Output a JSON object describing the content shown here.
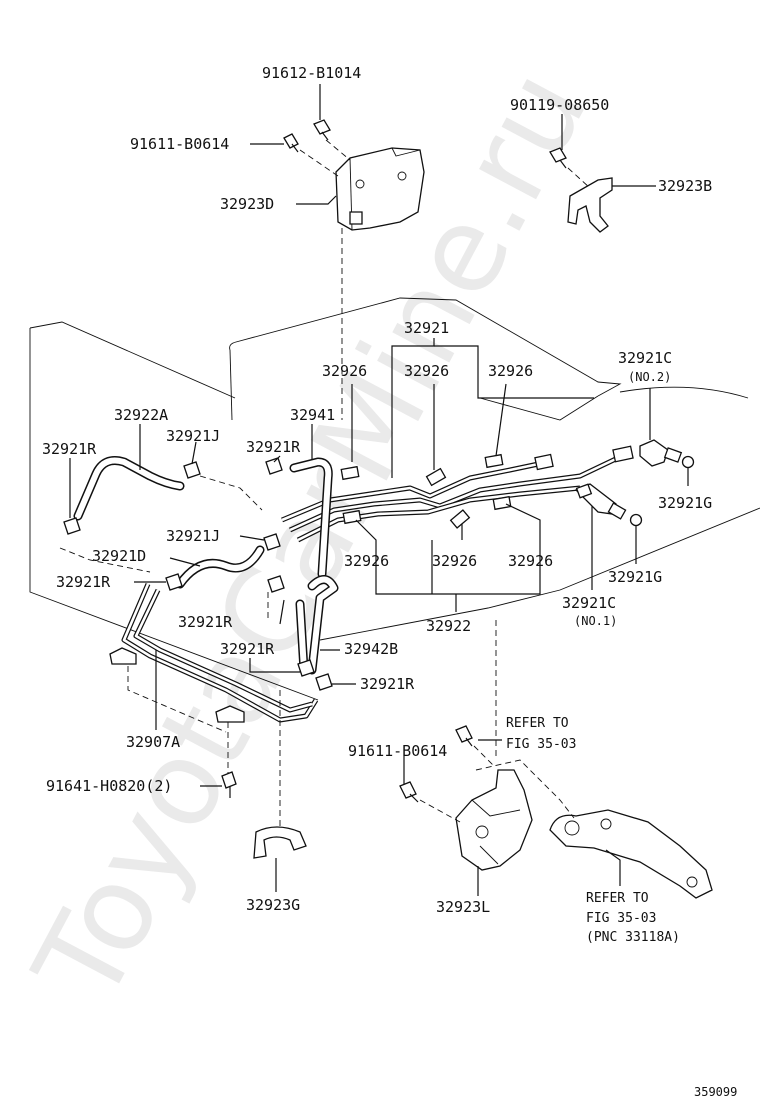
{
  "diagram": {
    "watermark": "ToyotaCarMine.ru",
    "figure_number": "359099",
    "labels": {
      "p91612_b1014": "91612-B1014",
      "p90119_08650": "90119-08650",
      "p91611_b0614_top": "91611-B0614",
      "p32923d": "32923D",
      "p32923b": "32923B",
      "p32921": "32921",
      "p32921c_top": "32921C",
      "no2": "(NO.2)",
      "p32926_1": "32926",
      "p32926_2": "32926",
      "p32926_3": "32926",
      "p32922a": "32922A",
      "p32941": "32941",
      "p32921r_1": "32921R",
      "p32921j_1": "32921J",
      "p32921r_2": "32921R",
      "p32921g_1": "32921G",
      "p32921j_2": "32921J",
      "p32921d": "32921D",
      "p32926_4": "32926",
      "p32926_5": "32926",
      "p32926_6": "32926",
      "p32921r_3": "32921R",
      "p32921g_2": "32921G",
      "p32921c_bottom": "32921C",
      "no1": "(NO.1)",
      "p32921r_4": "32921R",
      "p32922": "32922",
      "p32921r_5": "32921R",
      "p32942b": "32942B",
      "p32921r_6": "32921R",
      "p32907a": "32907A",
      "refer_1": "REFER TO",
      "fig_1": "FIG 35-03",
      "p91611_b0614_bottom": "91611-B0614",
      "p91641_h0820": "91641-H0820(2)",
      "p32923g": "32923G",
      "p32923l": "32923L",
      "refer_2": "REFER TO",
      "fig_2": "FIG 35-03",
      "pnc": "(PNC 33118A)"
    }
  }
}
